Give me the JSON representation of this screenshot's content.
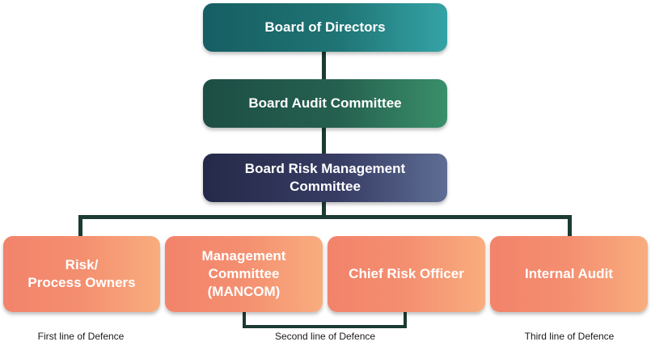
{
  "diagram": {
    "nodes": {
      "board_of_directors": "Board of Directors",
      "board_audit_committee": "Board Audit Committee",
      "board_risk_management_committee": "Board Risk Management\nCommittee",
      "risk_process_owners": "Risk/\nProcess Owners",
      "management_committee": "Management\nCommittee\n(MANCOM)",
      "chief_risk_officer": "Chief Risk Officer",
      "internal_audit": "Internal Audit"
    },
    "lines_of_defence": {
      "first": "First line of Defence",
      "second": "Second line of Defence",
      "third": "Third line of Defence"
    },
    "colors": {
      "board_of_directors": "#1f7474",
      "board_audit_committee": "#25604f",
      "board_risk_management_committee": "#373c63",
      "lower_boxes": "#f48f70",
      "connector": "#1b3b33"
    }
  }
}
